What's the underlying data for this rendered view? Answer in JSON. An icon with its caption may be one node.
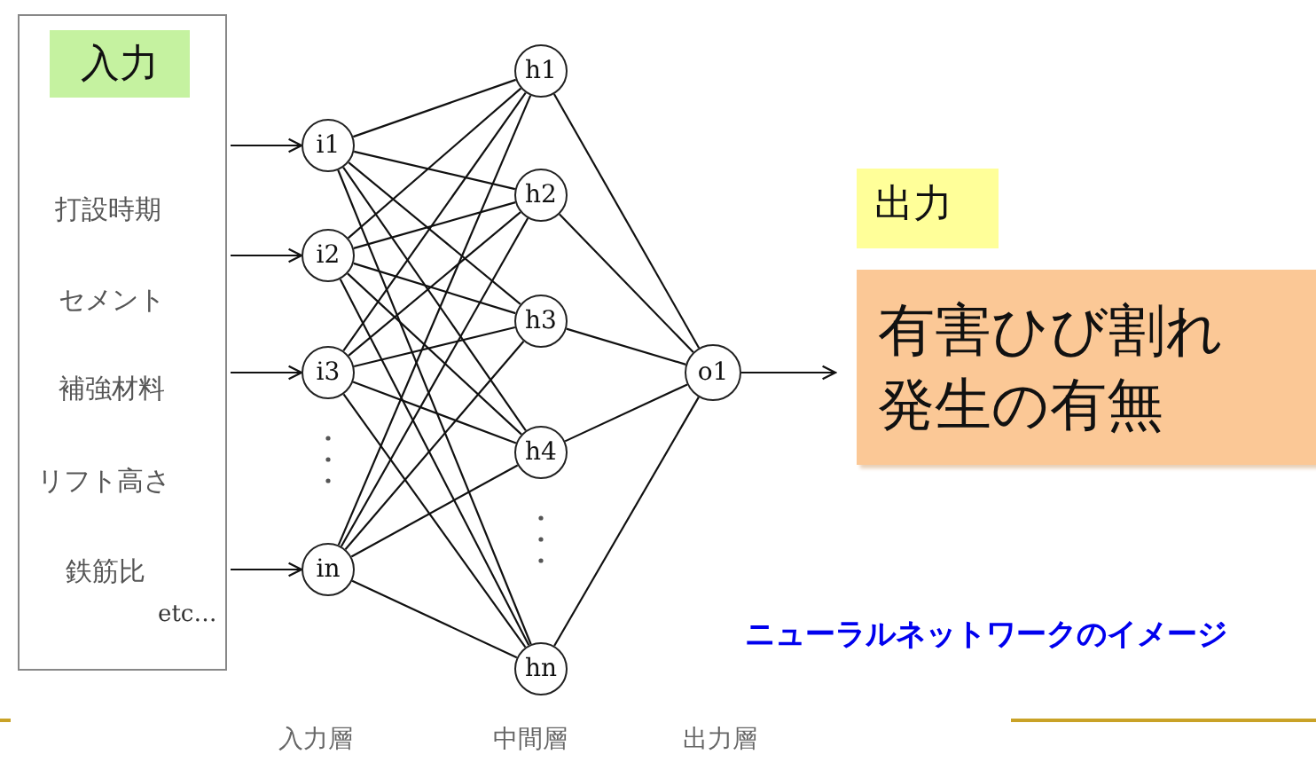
{
  "diagram": {
    "nodes": [
      {
        "text": [
          "入力",
          "打設時期",
          "セメント",
          "補強材料",
          "リフト高さ",
          "鉄筋比",
          "etc…"
        ]
      },
      {
        "text": [
          "i1"
        ]
      },
      {
        "text": [
          "i2"
        ]
      },
      {
        "text": [
          "i3"
        ]
      },
      {
        "text": [
          "in"
        ]
      },
      {
        "text": [
          "h1"
        ]
      },
      {
        "text": [
          "h2"
        ]
      },
      {
        "text": [
          "h3"
        ]
      },
      {
        "text": [
          "h4"
        ]
      },
      {
        "text": [
          "hn"
        ]
      },
      {
        "text": [
          "o1"
        ]
      },
      {
        "text": [
          "出力"
        ]
      },
      {
        "text": [
          "有害ひび割れ発生の有無"
        ]
      }
    ],
    "edges": [
      {
        "from": 0,
        "to": 1,
        "arrow": "to"
      },
      {
        "from": 0,
        "to": 2,
        "arrow": "to"
      },
      {
        "from": 0,
        "to": 3,
        "arrow": "to"
      },
      {
        "from": 0,
        "to": 4,
        "arrow": "to"
      },
      {
        "from": 1,
        "to": 5,
        "arrow": "none"
      },
      {
        "from": 1,
        "to": 6,
        "arrow": "none"
      },
      {
        "from": 1,
        "to": 7,
        "arrow": "none"
      },
      {
        "from": 1,
        "to": 8,
        "arrow": "none"
      },
      {
        "from": 1,
        "to": 9,
        "arrow": "none"
      },
      {
        "from": 2,
        "to": 5,
        "arrow": "none"
      },
      {
        "from": 2,
        "to": 6,
        "arrow": "none"
      },
      {
        "from": 2,
        "to": 7,
        "arrow": "none"
      },
      {
        "from": 2,
        "to": 8,
        "arrow": "none"
      },
      {
        "from": 2,
        "to": 9,
        "arrow": "none"
      },
      {
        "from": 3,
        "to": 5,
        "arrow": "none"
      },
      {
        "from": 3,
        "to": 6,
        "arrow": "none"
      },
      {
        "from": 3,
        "to": 7,
        "arrow": "none"
      },
      {
        "from": 3,
        "to": 8,
        "arrow": "none"
      },
      {
        "from": 3,
        "to": 9,
        "arrow": "none"
      },
      {
        "from": 4,
        "to": 5,
        "arrow": "none"
      },
      {
        "from": 4,
        "to": 6,
        "arrow": "none"
      },
      {
        "from": 4,
        "to": 7,
        "arrow": "none"
      },
      {
        "from": 4,
        "to": 8,
        "arrow": "none"
      },
      {
        "from": 4,
        "to": 9,
        "arrow": "none"
      },
      {
        "from": 5,
        "to": 10,
        "arrow": "none"
      },
      {
        "from": 6,
        "to": 10,
        "arrow": "none"
      },
      {
        "from": 7,
        "to": 10,
        "arrow": "none"
      },
      {
        "from": 8,
        "to": 10,
        "arrow": "none"
      },
      {
        "from": 9,
        "to": 10,
        "arrow": "none"
      },
      {
        "from": 10,
        "to": 12,
        "arrow": "to"
      }
    ],
    "labels": [
      "ニューラルネットワークのイメージ",
      "入力層",
      "中間層",
      "出力層"
    ]
  }
}
